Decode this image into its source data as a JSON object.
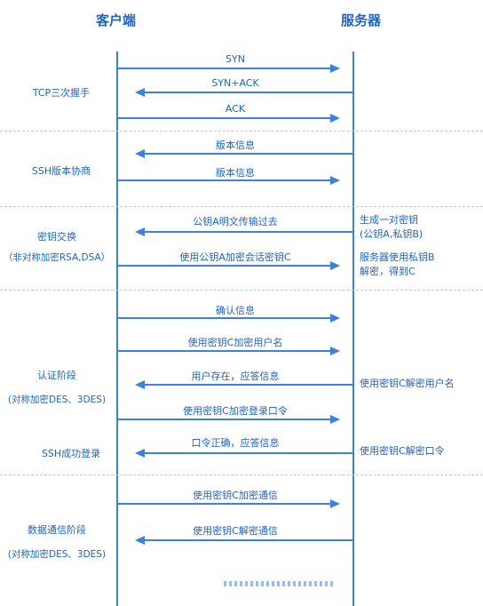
{
  "header": {
    "client": "客户端",
    "server": "服务器"
  },
  "phases": [
    {
      "lines": [
        "TCP三次握手"
      ]
    },
    {
      "lines": [
        "SSH版本协商"
      ]
    },
    {
      "lines": [
        "密钥交换",
        "（非对称加密RSA,DSA）"
      ]
    },
    {
      "lines": [
        "认证阶段",
        "(对称加密DES、3DES)"
      ]
    },
    {
      "lines": [
        "SSH成功登录"
      ]
    },
    {
      "lines": [
        "数据通信阶段",
        "(对称加密DES、3DES)"
      ]
    }
  ],
  "messages": [
    {
      "label": "SYN",
      "direction": "right"
    },
    {
      "label": "SYN+ACK",
      "direction": "left"
    },
    {
      "label": "ACK",
      "direction": "right"
    },
    {
      "label": "版本信息",
      "direction": "left"
    },
    {
      "label": "版本信息",
      "direction": "right"
    },
    {
      "label": "公钥A明文传输过去",
      "direction": "left"
    },
    {
      "label": "使用公钥A加密会话密钥C",
      "direction": "right"
    },
    {
      "label": "确认信息",
      "direction": "right"
    },
    {
      "label": "使用密钥C加密用户名",
      "direction": "right"
    },
    {
      "label": "用户存在，应答信息",
      "direction": "left"
    },
    {
      "label": "使用密钥C加密登录口令",
      "direction": "right"
    },
    {
      "label": "口令正确，应答信息",
      "direction": "left"
    },
    {
      "label": "使用密钥C加密通信",
      "direction": "right"
    },
    {
      "label": "使用密钥C解密通信",
      "direction": "left"
    }
  ],
  "server_notes": [
    {
      "lines": [
        "生成一对密钥",
        "(公钥A,私钥B)"
      ]
    },
    {
      "lines": [
        "服务器使用私钥B",
        "解密，得到C"
      ]
    },
    {
      "lines": [
        "使用密钥C解密用户名"
      ]
    },
    {
      "lines": [
        "使用密钥C解密口令"
      ]
    }
  ],
  "colors": {
    "accent": "#1e63c9",
    "line": "#3f7fe0"
  }
}
